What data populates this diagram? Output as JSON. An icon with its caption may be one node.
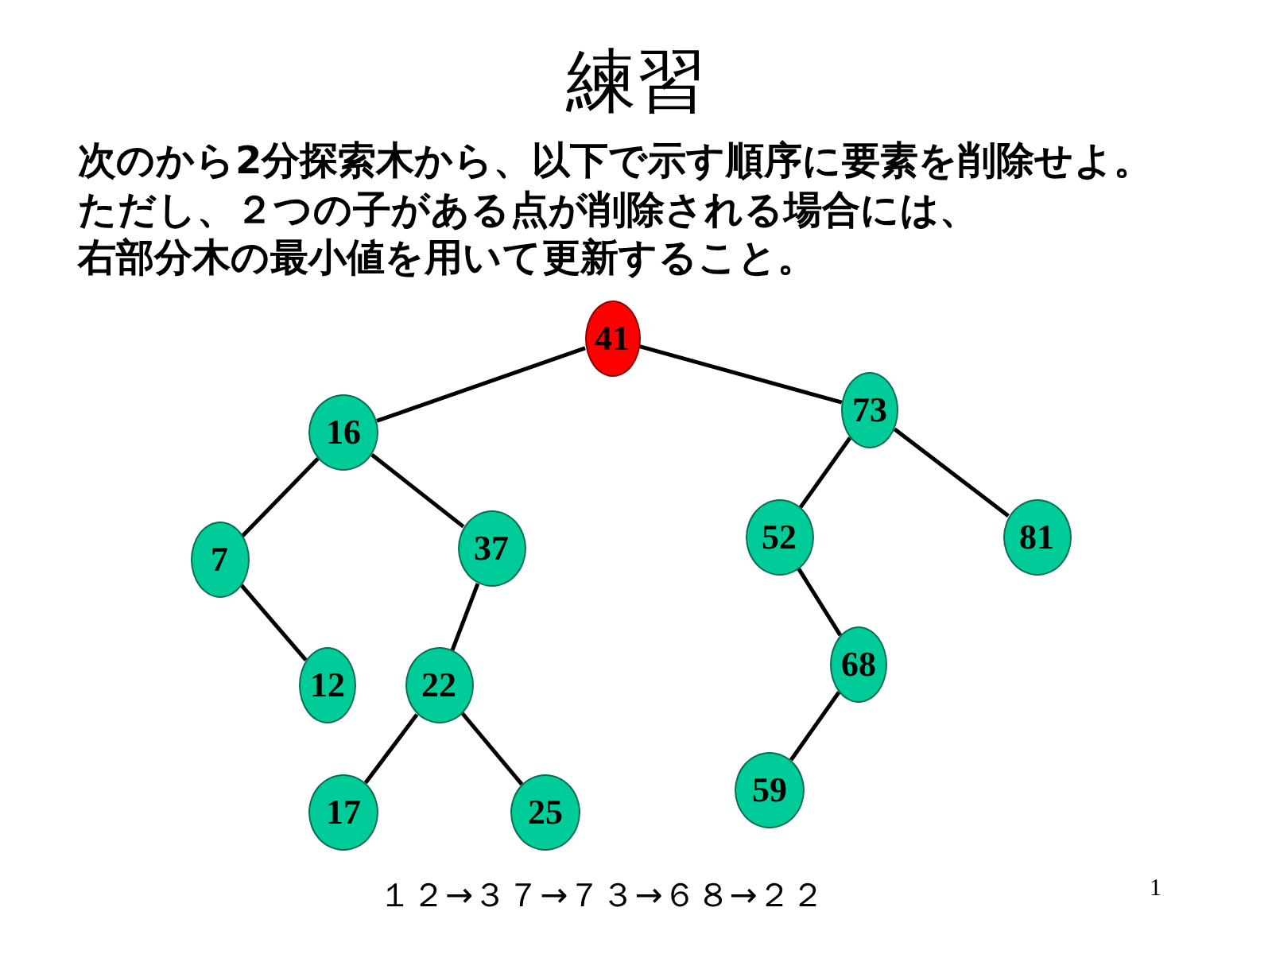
{
  "diagram": {
    "title": "練習",
    "nodes": [
      {
        "text": [
          "41"
        ]
      },
      {
        "text": [
          "16"
        ]
      },
      {
        "text": [
          "73"
        ]
      },
      {
        "text": [
          "7"
        ]
      },
      {
        "text": [
          "37"
        ]
      },
      {
        "text": [
          "52"
        ]
      },
      {
        "text": [
          "81"
        ]
      },
      {
        "text": [
          "12"
        ]
      },
      {
        "text": [
          "22"
        ]
      },
      {
        "text": [
          "68"
        ]
      },
      {
        "text": [
          "17"
        ]
      },
      {
        "text": [
          "25"
        ]
      },
      {
        "text": [
          "59"
        ]
      }
    ],
    "edges": [
      {
        "from": 0,
        "to": 1,
        "arrow": "none"
      },
      {
        "from": 0,
        "to": 2,
        "arrow": "none"
      },
      {
        "from": 1,
        "to": 3,
        "arrow": "none"
      },
      {
        "from": 1,
        "to": 4,
        "arrow": "none"
      },
      {
        "from": 3,
        "to": 7,
        "arrow": "none"
      },
      {
        "from": 4,
        "to": 8,
        "arrow": "none"
      },
      {
        "from": 8,
        "to": 10,
        "arrow": "none"
      },
      {
        "from": 8,
        "to": 11,
        "arrow": "none"
      },
      {
        "from": 2,
        "to": 5,
        "arrow": "none"
      },
      {
        "from": 2,
        "to": 6,
        "arrow": "none"
      },
      {
        "from": 5,
        "to": 9,
        "arrow": "none"
      },
      {
        "from": 9,
        "to": 12,
        "arrow": "none"
      }
    ],
    "labels": [
      "次のから2分探索木から、以下で示す順序に要素を削除せよ。",
      "ただし、２つの子がある点が削除される場合には、",
      "右部分木の最小値を用いて更新すること。",
      "１２→３７→７３→６８→２２",
      "1"
    ]
  }
}
